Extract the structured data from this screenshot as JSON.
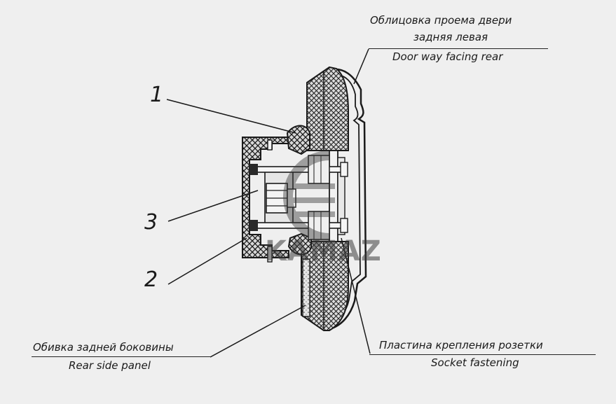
{
  "labels": {
    "top_right_ru_1": "Облицовка проема двери",
    "top_right_ru_2": "задняя левая",
    "top_right_en": "Door way facing rear",
    "bottom_left_ru": "Обивка задней боковины",
    "bottom_left_en": "Rear side panel",
    "bottom_right_ru": "Пластина крепления розетки",
    "bottom_right_en": "Socket fastening"
  },
  "callouts": {
    "n1": "1",
    "n2": "2",
    "n3": "3"
  },
  "watermark": {
    "text": "KAMAZ",
    "color": "#3c3c3c"
  },
  "colors": {
    "background": "#efefef",
    "ink": "#1a1a1a"
  }
}
